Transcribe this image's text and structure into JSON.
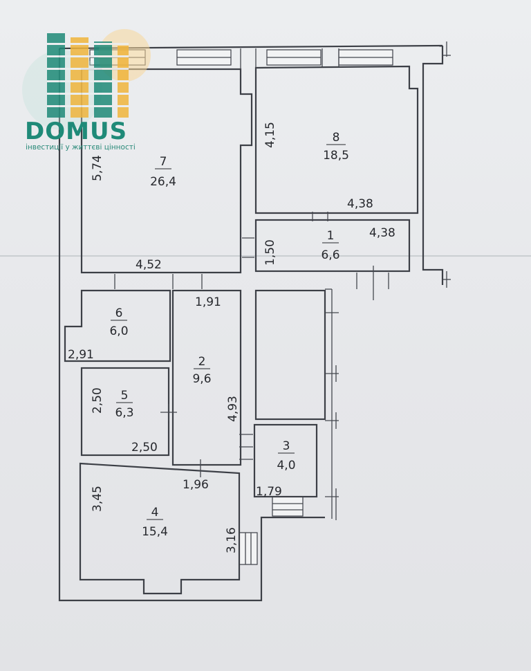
{
  "brand": {
    "name": "DOMUS",
    "tagline": "інвестиції у життєві цінності",
    "colors": {
      "teal": "#1f8a78",
      "orange": "#f0b53c"
    }
  },
  "rooms": [
    {
      "number": "7",
      "area": "26,4"
    },
    {
      "number": "8",
      "area": "18,5"
    },
    {
      "number": "1",
      "area": "6,6"
    },
    {
      "number": "6",
      "area": "6,0"
    },
    {
      "number": "2",
      "area": "9,6"
    },
    {
      "number": "5",
      "area": "6,3"
    },
    {
      "number": "3",
      "area": "4,0"
    },
    {
      "number": "4",
      "area": "15,4"
    }
  ],
  "dimensions": {
    "room7_height": "5,74",
    "room7_width": "4,52",
    "room8_height": "4,15",
    "room8_width": "4,38",
    "room1_width": "4,38",
    "room1_height": "1,50",
    "room6_width": "2,91",
    "room2_width": "1,91",
    "room2_height": "4,93",
    "room5_height": "2,50",
    "room5_width": "2,50",
    "room4_width": "1,96",
    "room4_height": "3,45",
    "room4_height_right": "3,16",
    "room3_width": "1,79"
  }
}
